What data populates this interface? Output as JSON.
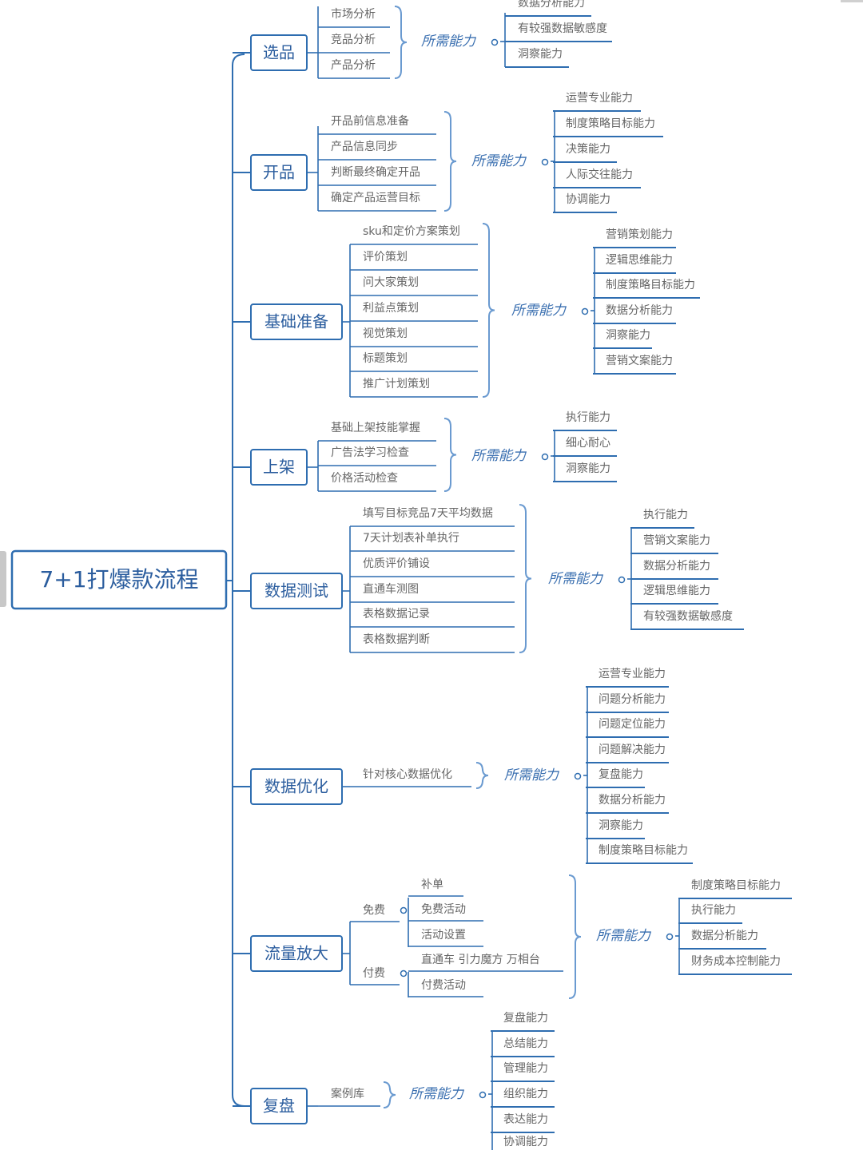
{
  "root": {
    "label": "7+1打爆款流程"
  },
  "colors": {
    "line": "#2e6db0",
    "text_blue": "#2b5d9e",
    "text_grey": "#666666",
    "req_text": "#3a6fb0"
  },
  "req_label": "所需能力",
  "branches": [
    {
      "id": "xuanpin",
      "label": "选品",
      "tasks": [
        "市场分析",
        "竞品分析",
        "产品分析"
      ],
      "abilities": [
        "数据分析能力",
        "有较强数据敏感度",
        "洞察能力"
      ]
    },
    {
      "id": "kaipin",
      "label": "开品",
      "tasks": [
        "开品前信息准备",
        "产品信息同步",
        "判断最终确定开品",
        "确定产品运营目标"
      ],
      "abilities": [
        "运营专业能力",
        "制度策略目标能力",
        "决策能力",
        "人际交往能力",
        "协调能力"
      ]
    },
    {
      "id": "jichu",
      "label": "基础准备",
      "tasks": [
        "sku和定价方案策划",
        "评价策划",
        "问大家策划",
        "利益点策划",
        "视觉策划",
        "标题策划",
        "推广计划策划"
      ],
      "abilities": [
        "营销策划能力",
        "逻辑思维能力",
        "制度策略目标能力",
        "数据分析能力",
        "洞察能力",
        "营销文案能力"
      ]
    },
    {
      "id": "shangjia",
      "label": "上架",
      "tasks": [
        "基础上架技能掌握",
        "广告法学习检查",
        "价格活动检查"
      ],
      "abilities": [
        "执行能力",
        "细心耐心",
        "洞察能力"
      ]
    },
    {
      "id": "ceshi",
      "label": "数据测试",
      "tasks": [
        "填写目标竞品7天平均数据",
        "7天计划表补单执行",
        "优质评价铺设",
        "直通车测图",
        "表格数据记录",
        "表格数据判断"
      ],
      "abilities": [
        "执行能力",
        "营销文案能力",
        "数据分析能力",
        "逻辑思维能力",
        "有较强数据敏感度"
      ]
    },
    {
      "id": "youhua",
      "label": "数据优化",
      "tasks": [
        "针对核心数据优化"
      ],
      "abilities": [
        "运营专业能力",
        "问题分析能力",
        "问题定位能力",
        "问题解决能力",
        "复盘能力",
        "数据分析能力",
        "洞察能力",
        "制度策略目标能力"
      ]
    },
    {
      "id": "liuliang",
      "label": "流量放大",
      "groups": [
        {
          "label": "免费",
          "items": [
            "补单",
            "免费活动",
            "活动设置"
          ]
        },
        {
          "label": "付费",
          "items": [
            "直通车 引力魔方 万相台",
            "付费活动"
          ]
        }
      ],
      "abilities": [
        "制度策略目标能力",
        "执行能力",
        "数据分析能力",
        "财务成本控制能力"
      ]
    },
    {
      "id": "fupan",
      "label": "复盘",
      "tasks": [
        "案例库"
      ],
      "abilities": [
        "复盘能力",
        "总结能力",
        "管理能力",
        "组织能力",
        "表达能力",
        "协调能力"
      ]
    }
  ]
}
